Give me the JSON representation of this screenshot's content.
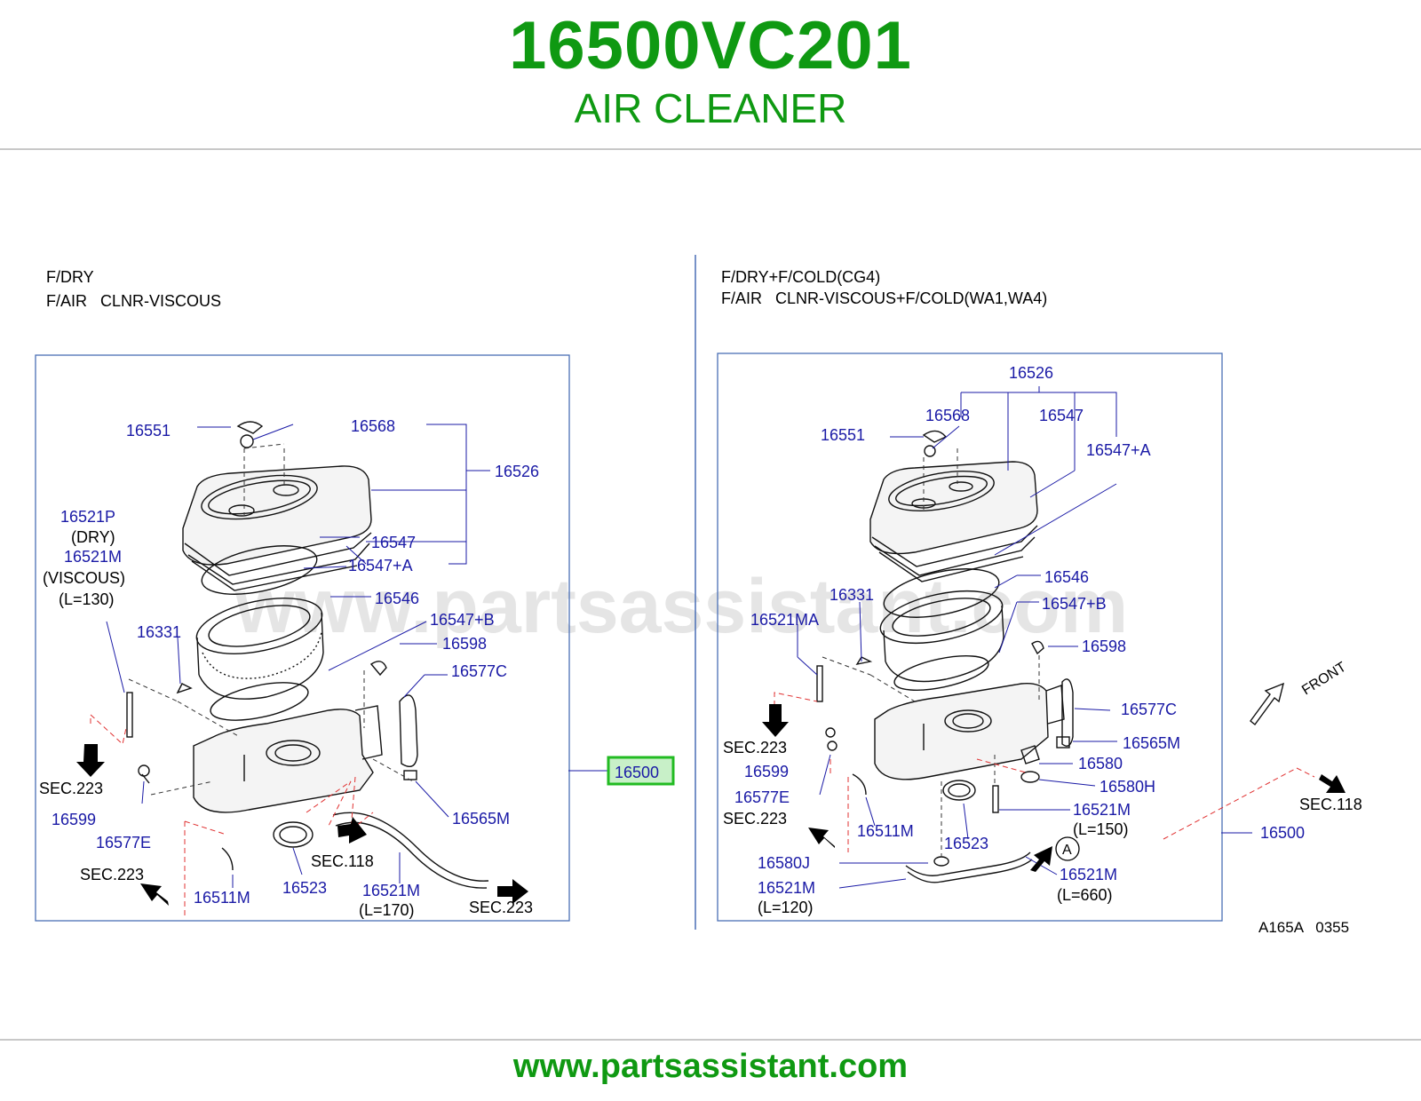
{
  "header": {
    "part_number": "16500VC201",
    "title": "AIR CLEANER"
  },
  "footer": {
    "url": "www.partsassistant.com"
  },
  "watermark": "www.partsassistant.com",
  "colors": {
    "brand_green": "#0f9912",
    "label_blue": "#1a1aa6",
    "frame_blue": "#4a6fb5",
    "dash_red": "#e03030",
    "highlight_green": "#22bb22"
  },
  "left_panel": {
    "heading_1": "F/DRY",
    "heading_2": "F/AIR   CLNR-VISCOUS",
    "highlight_label": "16500",
    "labels": [
      {
        "id": "l-16551",
        "text": "16551"
      },
      {
        "id": "l-16568",
        "text": "16568"
      },
      {
        "id": "l-16526",
        "text": "16526"
      },
      {
        "id": "l-16521p",
        "text": "16521P"
      },
      {
        "id": "l-dry",
        "text": "(DRY)"
      },
      {
        "id": "l-16521m-a",
        "text": "16521M"
      },
      {
        "id": "l-viscous",
        "text": "(VISCOUS)"
      },
      {
        "id": "l-l130",
        "text": "(L=130)"
      },
      {
        "id": "l-16547",
        "text": "16547"
      },
      {
        "id": "l-16547a",
        "text": "16547+A"
      },
      {
        "id": "l-16546",
        "text": "16546"
      },
      {
        "id": "l-16547b",
        "text": "16547+B"
      },
      {
        "id": "l-16331",
        "text": "16331"
      },
      {
        "id": "l-16598",
        "text": "16598"
      },
      {
        "id": "l-16577c",
        "text": "16577C"
      },
      {
        "id": "l-sec223-a",
        "text": "SEC.223"
      },
      {
        "id": "l-16599",
        "text": "16599"
      },
      {
        "id": "l-16577e",
        "text": "16577E"
      },
      {
        "id": "l-16565m",
        "text": "16565M"
      },
      {
        "id": "l-sec118",
        "text": "SEC.118"
      },
      {
        "id": "l-sec223-b",
        "text": "SEC.223"
      },
      {
        "id": "l-16511m",
        "text": "16511M"
      },
      {
        "id": "l-16523",
        "text": "16523"
      },
      {
        "id": "l-16521m-b",
        "text": "16521M"
      },
      {
        "id": "l-l170",
        "text": "(L=170)"
      },
      {
        "id": "l-sec223-c",
        "text": "SEC.223"
      }
    ]
  },
  "right_panel": {
    "heading_1": "F/DRY+F/COLD(CG4)",
    "heading_2": "F/AIR   CLNR-VISCOUS+F/COLD(WA1,WA4)",
    "front_label": "FRONT",
    "circle_label": "A",
    "drawing_code": "A165A   0355",
    "labels": [
      {
        "id": "r-16526",
        "text": "16526"
      },
      {
        "id": "r-16568",
        "text": "16568"
      },
      {
        "id": "r-16547",
        "text": "16547"
      },
      {
        "id": "r-16551",
        "text": "16551"
      },
      {
        "id": "r-16547a",
        "text": "16547+A"
      },
      {
        "id": "r-16546",
        "text": "16546"
      },
      {
        "id": "r-16331",
        "text": "16331"
      },
      {
        "id": "r-16547b",
        "text": "16547+B"
      },
      {
        "id": "r-16521ma",
        "text": "16521MA"
      },
      {
        "id": "r-16598",
        "text": "16598"
      },
      {
        "id": "r-16577c",
        "text": "16577C"
      },
      {
        "id": "r-16565m",
        "text": "16565M"
      },
      {
        "id": "r-sec223-a",
        "text": "SEC.223"
      },
      {
        "id": "r-16599",
        "text": "16599"
      },
      {
        "id": "r-16580",
        "text": "16580"
      },
      {
        "id": "r-16580h",
        "text": "16580H"
      },
      {
        "id": "r-16577e",
        "text": "16577E"
      },
      {
        "id": "r-sec223-b",
        "text": "SEC.223"
      },
      {
        "id": "r-16511m",
        "text": "16511M"
      },
      {
        "id": "r-16521m-a",
        "text": "16521M"
      },
      {
        "id": "r-l150",
        "text": "(L=150)"
      },
      {
        "id": "r-16523",
        "text": "16523"
      },
      {
        "id": "r-sec118",
        "text": "SEC.118"
      },
      {
        "id": "r-16500",
        "text": "16500"
      },
      {
        "id": "r-16580j",
        "text": "16580J"
      },
      {
        "id": "r-16521m-b",
        "text": "16521M"
      },
      {
        "id": "r-l660",
        "text": "(L=660)"
      },
      {
        "id": "r-16521m-c",
        "text": "16521M"
      },
      {
        "id": "r-l120",
        "text": "(L=120)"
      }
    ]
  }
}
